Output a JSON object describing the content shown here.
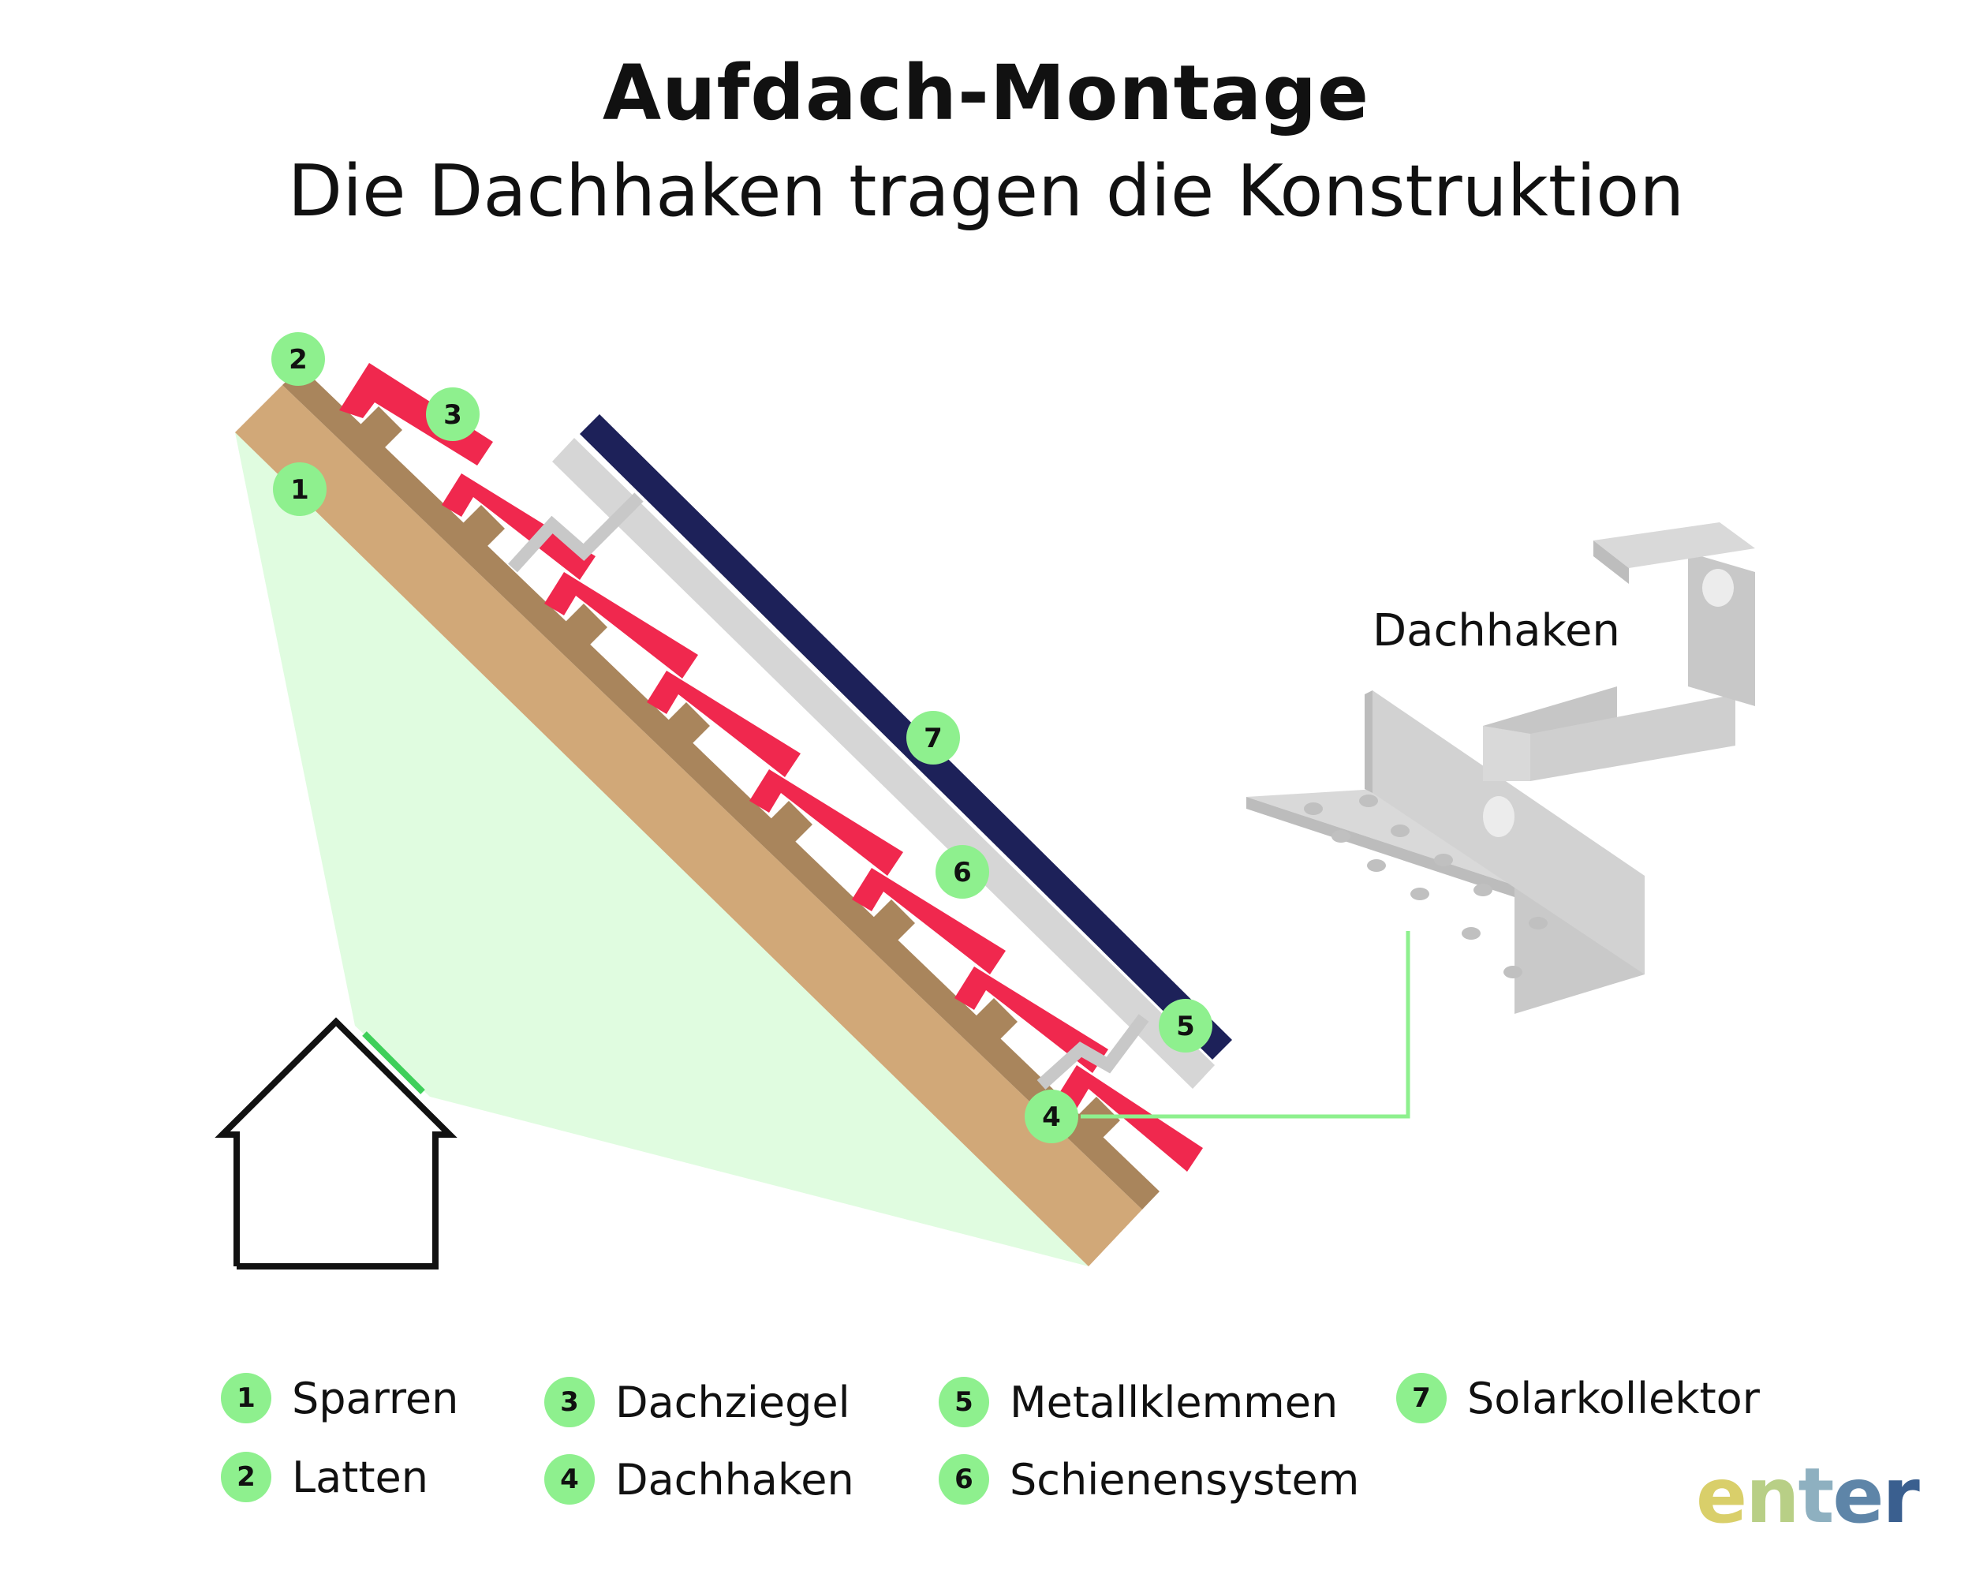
{
  "header": {
    "title": "Aufdach-Montage",
    "subtitle": "Die Dachhaken tragen die Konstruktion"
  },
  "diagram": {
    "callout_label": "Dachhaken",
    "markers": [
      "1",
      "2",
      "3",
      "4",
      "5",
      "6",
      "7"
    ]
  },
  "legend": [
    {
      "num": "1",
      "label": "Sparren"
    },
    {
      "num": "2",
      "label": "Latten"
    },
    {
      "num": "3",
      "label": "Dachziegel"
    },
    {
      "num": "4",
      "label": "Dachhaken"
    },
    {
      "num": "5",
      "label": "Metallklemmen"
    },
    {
      "num": "6",
      "label": "Schienensystem"
    },
    {
      "num": "7",
      "label": "Solarkollektor"
    }
  ],
  "logo": {
    "letters": [
      "e",
      "n",
      "t",
      "e",
      "r"
    ]
  },
  "colors": {
    "marker": "#8ef08e",
    "rafter": "#d1a878",
    "batten": "#a9855c",
    "tile": "#f0284e",
    "rail": "#d6d6d6",
    "panel": "#1d2159",
    "view_cone": "#e0fce0"
  }
}
